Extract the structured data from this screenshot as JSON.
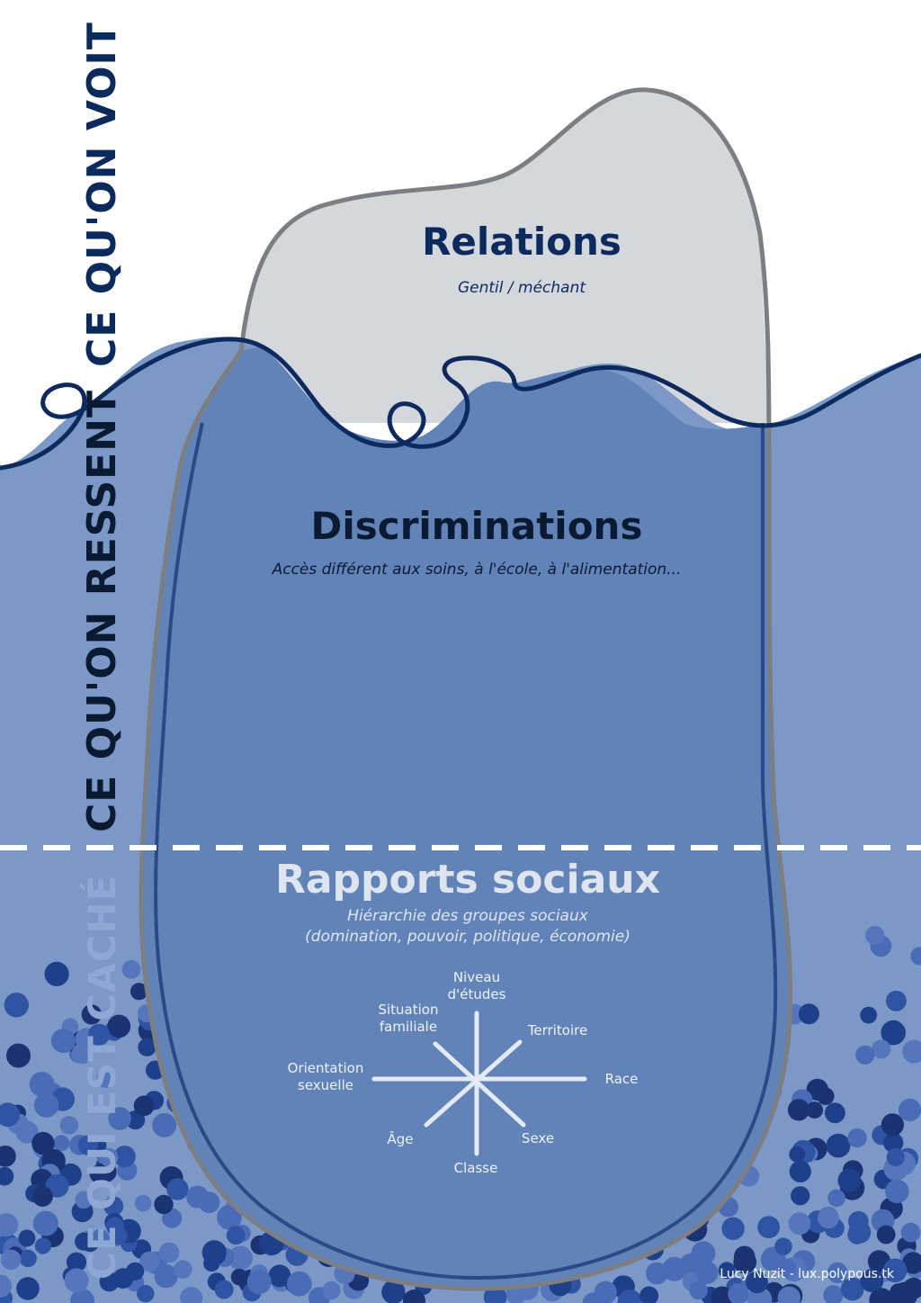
{
  "side_labels": {
    "voit": "CE QU'ON VOIT",
    "ressent": "CE QU'ON RESSENT",
    "cache": "CE QUI EST CACHÉ"
  },
  "relations": {
    "title": "Relations",
    "subtitle": "Gentil / méchant"
  },
  "discriminations": {
    "title": "Discriminations",
    "subtitle": "Accès différent aux soins, à l'école, à l'alimentation..."
  },
  "rapports": {
    "title": "Rapports sociaux",
    "subtitle_line1": "Hiérarchie des groupes sociaux",
    "subtitle_line2": "(domination, pouvoir, politique, économie)"
  },
  "axes": {
    "niveau": "Niveau\nd'études",
    "situation": "Situation\nfamiliale",
    "territoire": "Territoire",
    "orientation": "Orientation\nsexuelle",
    "race": "Race",
    "age": "Âge",
    "sexe": "Sexe",
    "classe": "Classe"
  },
  "credit": "Lucy Nuzit - lux.polypous.tk",
  "colors": {
    "visible_iceberg": "#d4d7dc",
    "water_light": "#7b98c6",
    "water_iceberg": "#6283b8",
    "outline_dark": "#0d2a5e",
    "dots": [
      "#1e3f8a",
      "#2f54a3",
      "#4a6cb6",
      "#1a3373",
      "#5576bd"
    ]
  }
}
